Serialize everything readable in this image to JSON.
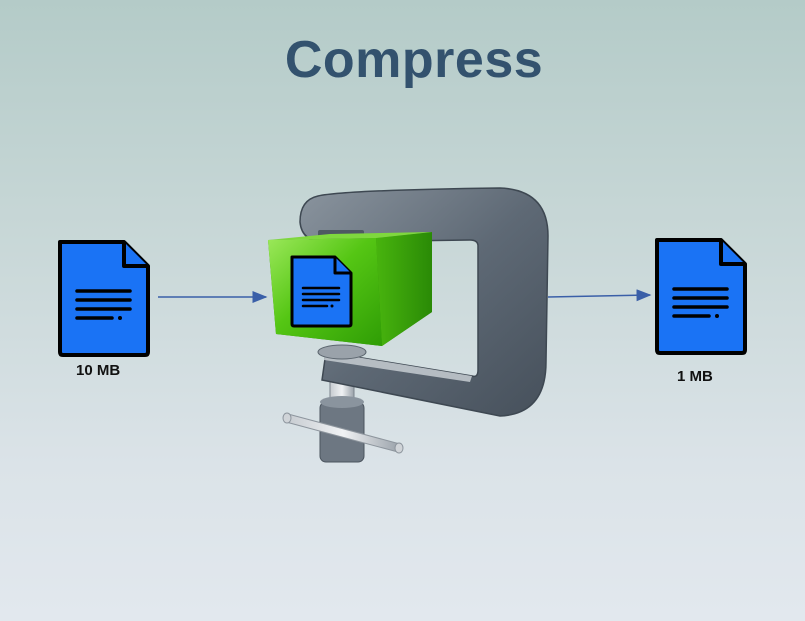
{
  "title": "Compress",
  "input_file": {
    "size_label": "10 MB",
    "icon": "document-icon"
  },
  "output_file": {
    "size_label": "1 MB",
    "icon": "document-icon"
  },
  "compressor": {
    "icon": "clamp-icon"
  },
  "colors": {
    "title": "#33526e",
    "file_fill": "#1a73f5",
    "file_stroke": "#000000",
    "box_green": "#4fc40c",
    "clamp_gray": "#5f6b77",
    "arrow": "#3a5fa8"
  }
}
